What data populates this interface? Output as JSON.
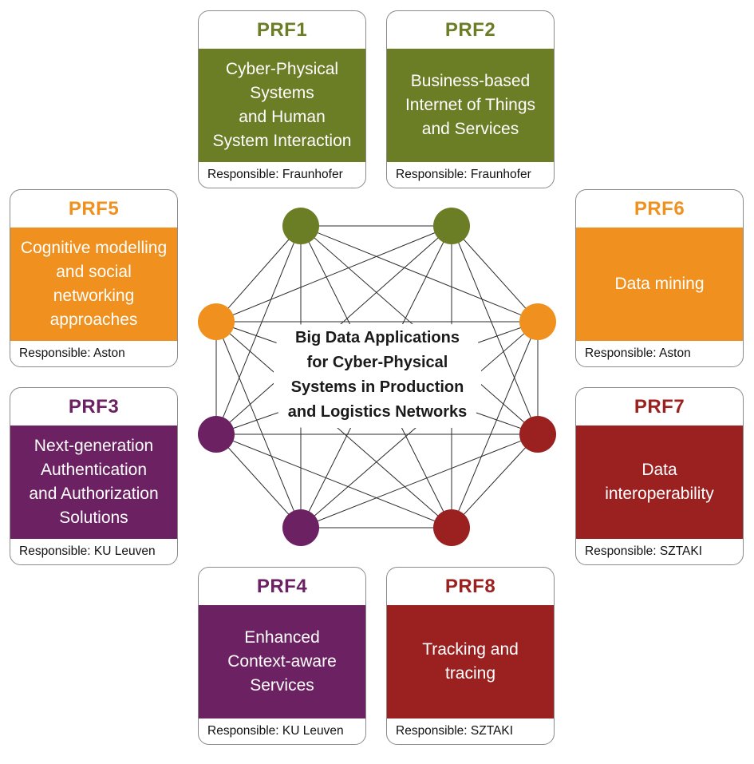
{
  "colors": {
    "green": "#6b7d25",
    "orange": "#f0901e",
    "purple": "#6c2262",
    "red": "#9b2121"
  },
  "center_title": "Big Data Applications\nfor Cyber-Physical\nSystems in Production\nand Logistics Networks",
  "cards": [
    {
      "id": "prf1",
      "code": "PRF1",
      "color": "green",
      "topic": "Cyber-Physical\nSystems\nand Human\nSystem Interaction",
      "responsible": "Responsible: Fraunhofer"
    },
    {
      "id": "prf2",
      "code": "PRF2",
      "color": "green",
      "topic": "Business-based\nInternet of Things\nand Services",
      "responsible": "Responsible: Fraunhofer"
    },
    {
      "id": "prf5",
      "code": "PRF5",
      "color": "orange",
      "topic": "Cognitive modelling\nand social\nnetworking\napproaches",
      "responsible": "Responsible: Aston"
    },
    {
      "id": "prf6",
      "code": "PRF6",
      "color": "orange",
      "topic": "Data mining",
      "responsible": "Responsible: Aston"
    },
    {
      "id": "prf3",
      "code": "PRF3",
      "color": "purple",
      "topic": "Next-generation\nAuthentication\nand Authorization\nSolutions",
      "responsible": "Responsible: KU Leuven"
    },
    {
      "id": "prf7",
      "code": "PRF7",
      "color": "red",
      "topic": "Data\ninteroperability",
      "responsible": "Responsible: SZTAKI"
    },
    {
      "id": "prf4",
      "code": "PRF4",
      "color": "purple",
      "topic": "Enhanced\nContext-aware\nServices",
      "responsible": "Responsible: KU Leuven"
    },
    {
      "id": "prf8",
      "code": "PRF8",
      "color": "red",
      "topic": "Tracking and\ntracing",
      "responsible": "Responsible: SZTAKI"
    }
  ],
  "nodes": [
    {
      "id": "node-prf1",
      "color": "green"
    },
    {
      "id": "node-prf2",
      "color": "green"
    },
    {
      "id": "node-prf6",
      "color": "orange"
    },
    {
      "id": "node-prf7",
      "color": "red"
    },
    {
      "id": "node-prf8",
      "color": "red"
    },
    {
      "id": "node-prf4",
      "color": "purple"
    },
    {
      "id": "node-prf3",
      "color": "purple"
    },
    {
      "id": "node-prf5",
      "color": "orange"
    }
  ]
}
